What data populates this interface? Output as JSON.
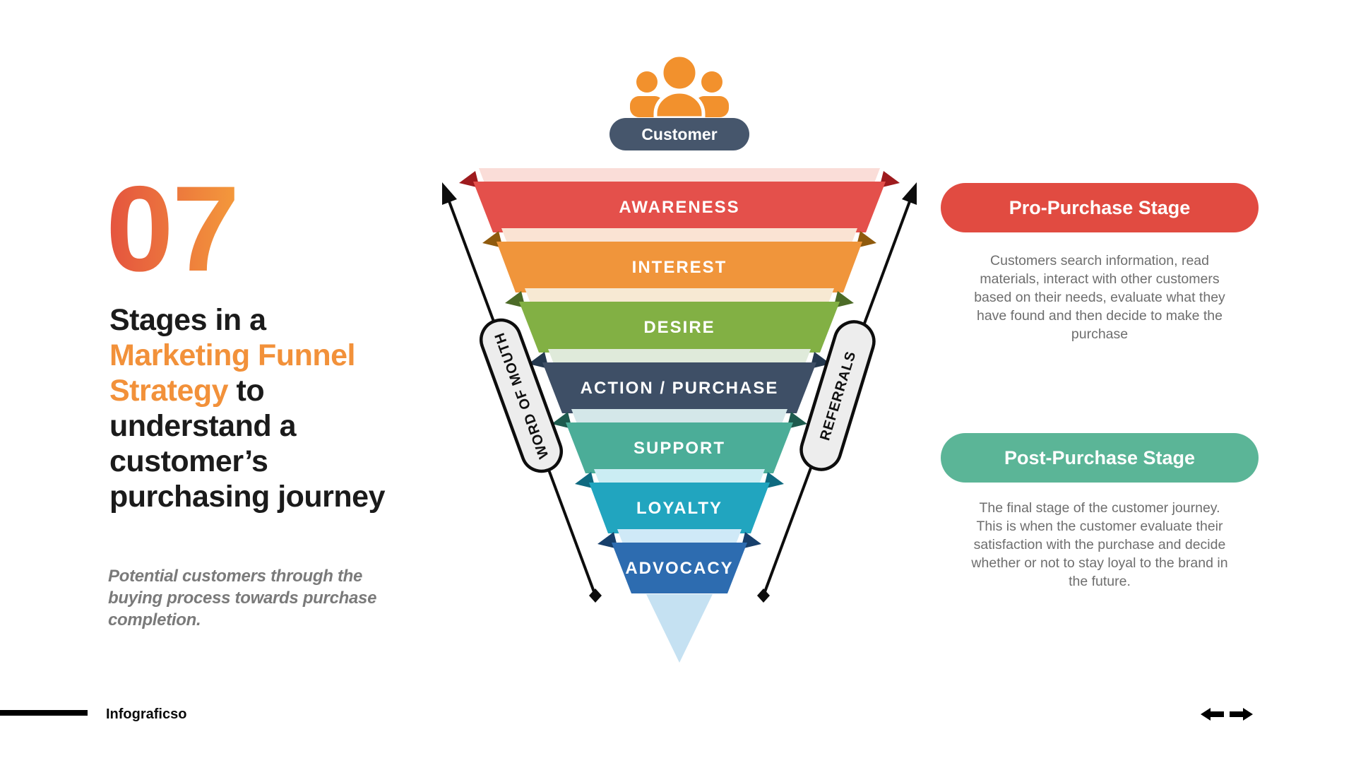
{
  "slide": {
    "number": "07",
    "title": {
      "line1": "Stages in a",
      "line2": "Marketing Funnel",
      "line3_accent": "Strategy",
      "line3_rest": " to",
      "line4": "understand a",
      "line5": "customer’s",
      "line6": "purchasing journey"
    },
    "subtitle_lines": [
      "Potential customers through the",
      "buying process towards purchase",
      "completion."
    ],
    "footer_brand": "Infograficso"
  },
  "funnel": {
    "customer_label": "Customer",
    "customer_badge_color": "#46566C",
    "icon_color": "#F2912D",
    "icon_name": "people-group-icon",
    "left_arrow_label": "WORD OF MOUTH",
    "right_arrow_label": "REFERRALS",
    "tip_color": "#C5E1F2",
    "stages": [
      {
        "label": "AWARENESS",
        "color": "#E4504B",
        "dark": "#9E1B1E",
        "pale": "#FADDD8"
      },
      {
        "label": "INTEREST",
        "color": "#F0953B",
        "dark": "#8F5A0D",
        "pale": "#FAE3D3"
      },
      {
        "label": "DESIRE",
        "color": "#82B044",
        "dark": "#4C6B27",
        "pale": "#F7E9D3"
      },
      {
        "label": "ACTION / PURCHASE",
        "color": "#3E4F66",
        "dark": "#25394F",
        "pale": "#DFEADA"
      },
      {
        "label": "SUPPORT",
        "color": "#4BAD98",
        "dark": "#1E5B4E",
        "pale": "#D4E7E9"
      },
      {
        "label": "LOYALTY",
        "color": "#21A5BF",
        "dark": "#0F6A80",
        "pale": "#CBEDF3"
      },
      {
        "label": "ADVOCACY",
        "color": "#2D6CB0",
        "dark": "#173F6B",
        "pale": "#CFE9F7"
      }
    ]
  },
  "panels": {
    "pro": {
      "title": "Pro-Purchase Stage",
      "color": "#E14B41",
      "lines": [
        "Customers search information, read",
        "materials, interact with other customers",
        "based on their needs, evaluate what they",
        "have found and then decide to make the",
        "purchase"
      ]
    },
    "post": {
      "title": "Post-Purchase Stage",
      "color": "#5BB597",
      "lines": [
        "The final stage of the customer journey.",
        "This is when the customer evaluate their",
        "satisfaction with the purchase and decide",
        "whether or not to stay loyal to the brand in",
        "the future."
      ]
    }
  },
  "colors": {
    "ink": "#1B1B1B",
    "accent": "#F2913A",
    "gray": "#6E6E6E",
    "subtle": "#7A7A7A",
    "numfrom": "#E4523F",
    "numto": "#F49A3B",
    "pillbg": "#EDEDED",
    "line": "#0D0D0D"
  }
}
